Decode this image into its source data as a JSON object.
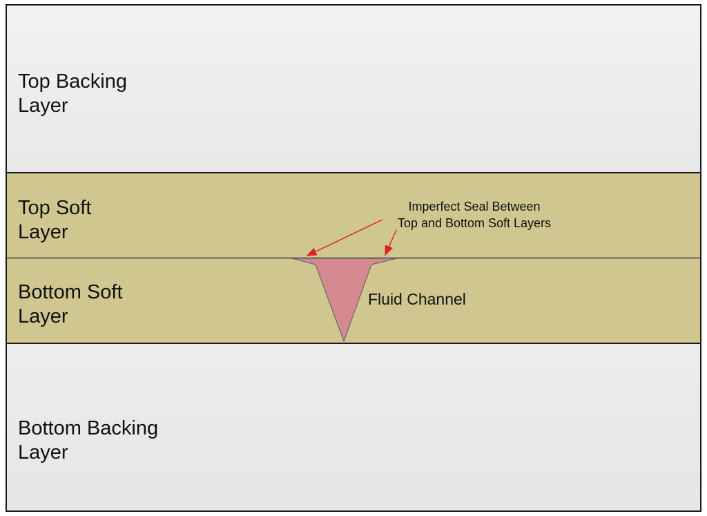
{
  "layers": {
    "top_backing": "Top Backing\nLayer",
    "top_soft": "Top Soft\nLayer",
    "bottom_soft": "Bottom Soft\nLayer",
    "bottom_backing": "Bottom Backing\nLayer"
  },
  "annotations": {
    "seal": "Imperfect Seal Between\nTop and Bottom Soft Layers",
    "fluid_channel": "Fluid Channel"
  },
  "colors": {
    "soft_layer": "#cfc78f",
    "channel_fill": "#d48a8f",
    "arrow": "#e02020",
    "backing": "#ececec"
  }
}
